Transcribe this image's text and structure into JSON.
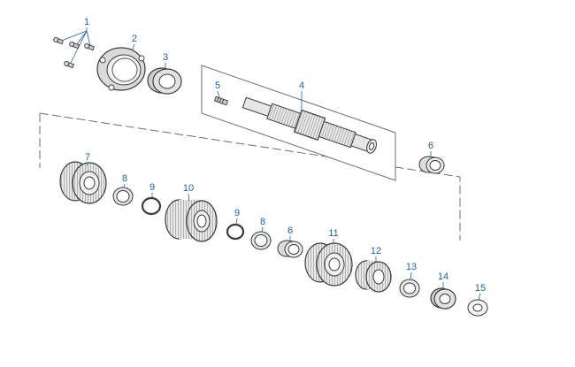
{
  "colors": {
    "callout": "#1d5fa6",
    "ink": "#3a3a3a",
    "fill_light": "#e4e4e4",
    "fill_mid": "#bdbdbd"
  },
  "callouts": [
    {
      "id": "c1",
      "text": "1"
    },
    {
      "id": "c2",
      "text": "2"
    },
    {
      "id": "c3",
      "text": "3"
    },
    {
      "id": "c4",
      "text": "4"
    },
    {
      "id": "c5",
      "text": "5"
    },
    {
      "id": "c6a",
      "text": "6"
    },
    {
      "id": "c7",
      "text": "7"
    },
    {
      "id": "c8a",
      "text": "8"
    },
    {
      "id": "c9a",
      "text": "9"
    },
    {
      "id": "c10",
      "text": "10"
    },
    {
      "id": "c9b",
      "text": "9"
    },
    {
      "id": "c8b",
      "text": "8"
    },
    {
      "id": "c6b",
      "text": "6"
    },
    {
      "id": "c11",
      "text": "11"
    },
    {
      "id": "c12",
      "text": "12"
    },
    {
      "id": "c13",
      "text": "13"
    },
    {
      "id": "c14",
      "text": "14"
    },
    {
      "id": "c15",
      "text": "15"
    }
  ]
}
